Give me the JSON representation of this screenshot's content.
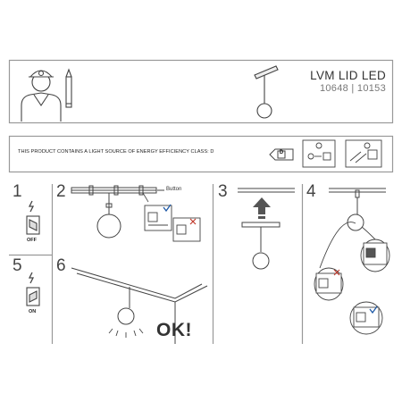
{
  "header": {
    "title": "LVM LID LED",
    "codes": "10648 | 10153"
  },
  "energy": {
    "text": "THIS PRODUCT CONTAINS A LIGHT SOURCE OF ENERGY EFFICIENCY CLASS: D",
    "class_badge": "D"
  },
  "steps": {
    "s1": "1",
    "s2": "2",
    "s3": "3",
    "s4": "4",
    "s5": "5",
    "s6": "6"
  },
  "labels": {
    "off": "OFF",
    "on": "ON",
    "button": "Button",
    "ok": "OK!"
  },
  "colors": {
    "frame": "#999999",
    "line": "#444444",
    "check_blue": "#1f5aa6",
    "warn_red": "#c0392b"
  }
}
